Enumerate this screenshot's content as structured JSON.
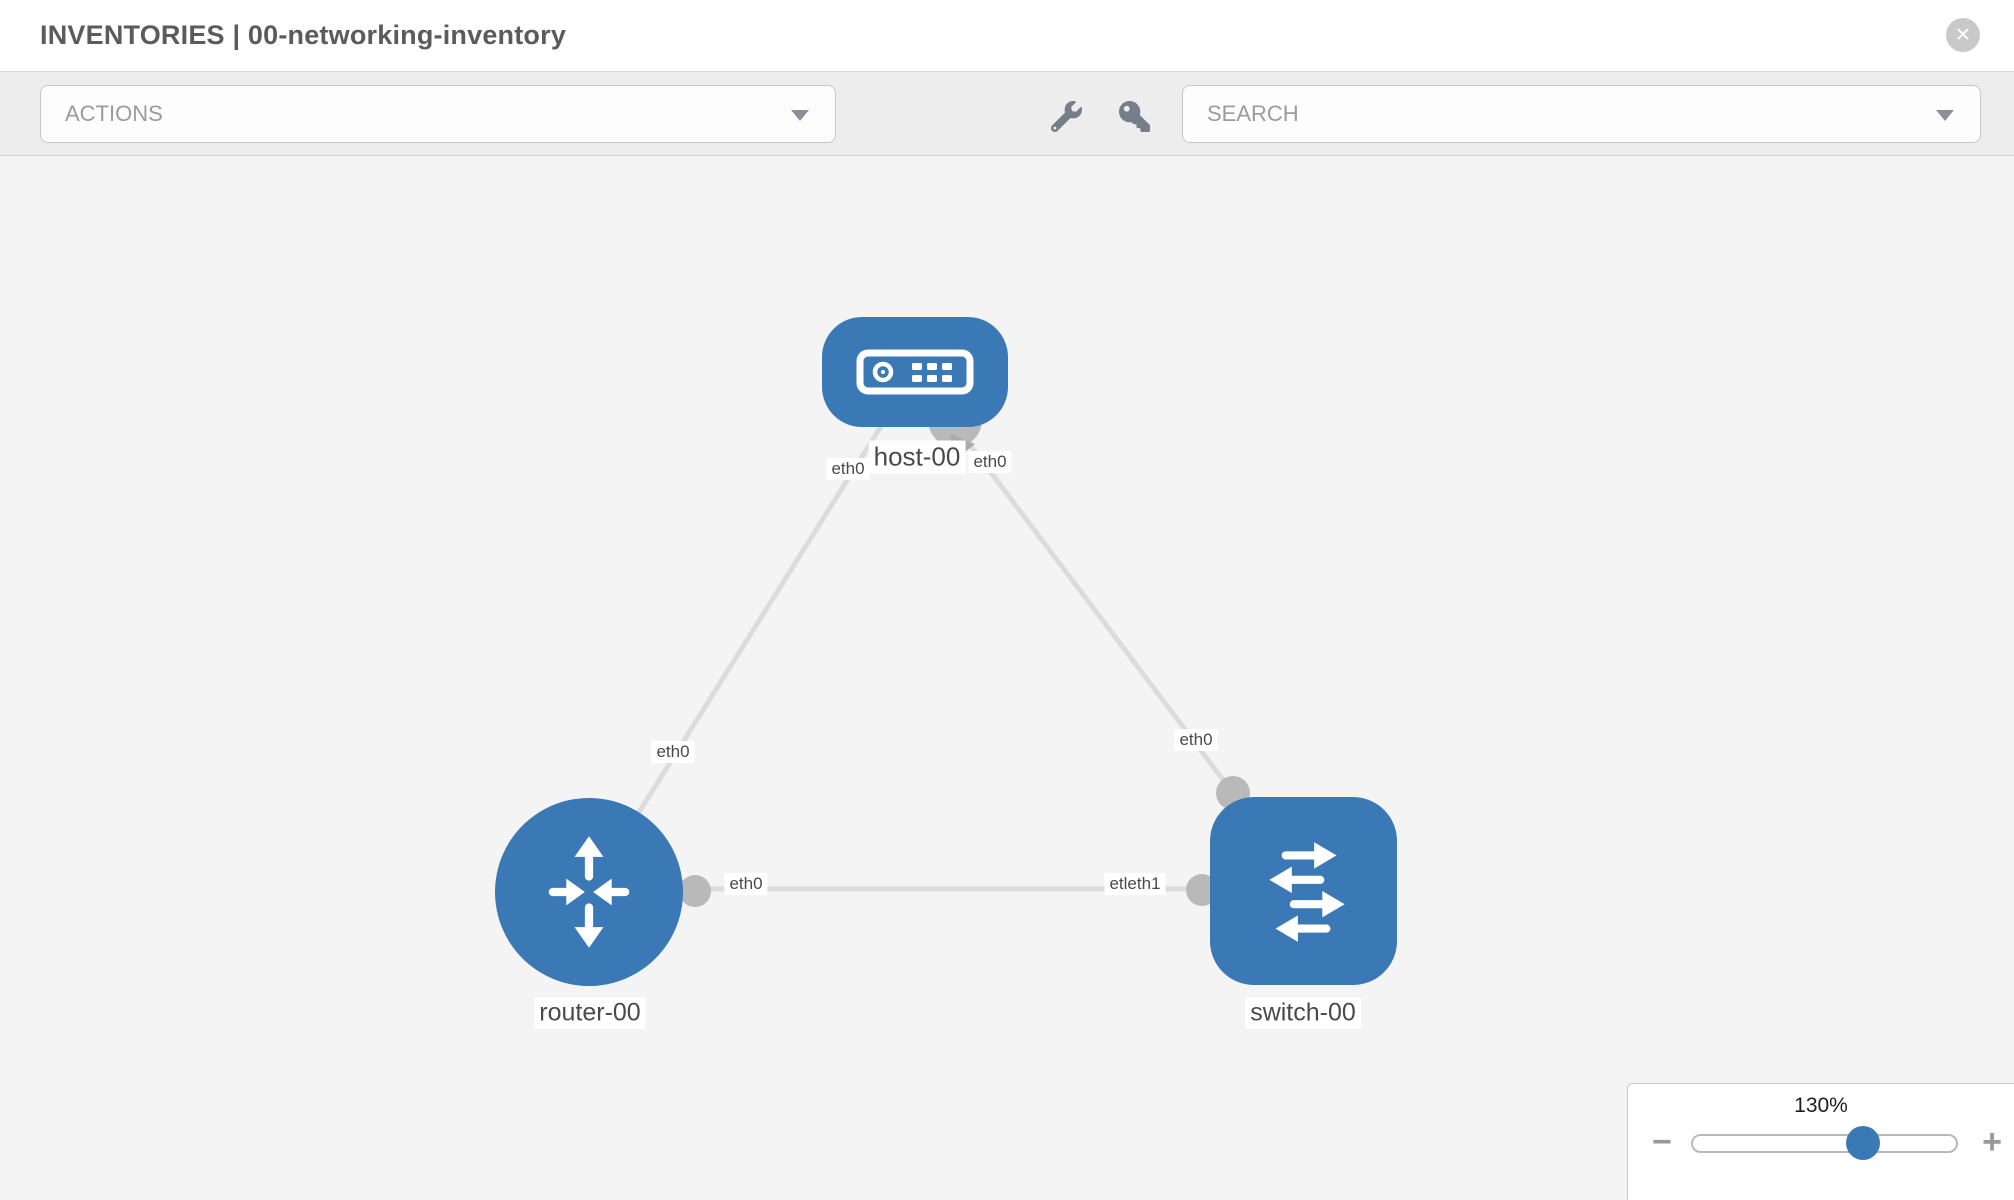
{
  "header": {
    "title": "INVENTORIES | 00-networking-inventory",
    "close_icon": "close-circle-icon"
  },
  "toolbar": {
    "actions_label": "ACTIONS",
    "search_label": "SEARCH",
    "icons": [
      "wrench-icon",
      "key-icon"
    ]
  },
  "topology": {
    "nodes": [
      {
        "id": "host-00",
        "type": "host",
        "label": "host-00"
      },
      {
        "id": "router-00",
        "type": "router",
        "label": "router-00"
      },
      {
        "id": "switch-00",
        "type": "switch",
        "label": "switch-00"
      }
    ],
    "links": [
      {
        "from": "host-00",
        "to": "router-00",
        "from_interface": "eth0",
        "to_interface": "eth0"
      },
      {
        "from": "host-00",
        "to": "switch-00",
        "from_interface": "eth0",
        "to_interface": "eth0"
      },
      {
        "from": "router-00",
        "to": "switch-00",
        "from_interface": "eth0",
        "to_interface": "etleth1"
      }
    ],
    "interface_labels": {
      "host_left": "eth0",
      "host_right": "eth0",
      "mid_left": "eth0",
      "mid_right": "eth0",
      "router_right": "eth0",
      "switch_left": "etleth1"
    }
  },
  "zoom_control": {
    "level": "130%",
    "minus_label": "−",
    "plus_label": "+"
  },
  "colors": {
    "node_blue": "#3A79B5",
    "link_gray": "#DCDCDC",
    "port_gray": "#B9B9B9",
    "canvas_bg": "#F4F4F4",
    "toolbar_bg": "#EDEDED"
  }
}
